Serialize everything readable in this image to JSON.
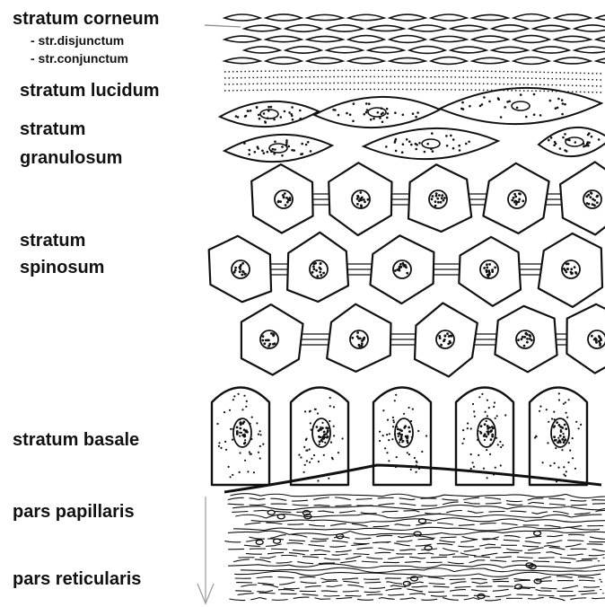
{
  "labels": {
    "corneum": "stratum corneum",
    "disjunctum": "- str.disjunctum",
    "conjunctum": "- str.conjunctum",
    "lucidum": "stratum lucidum",
    "granulosum_1": "stratum",
    "granulosum_2": "granulosum",
    "spinosum_1": "stratum",
    "spinosum_2": "spinosum",
    "basale": "stratum basale",
    "papillaris": "pars papillaris",
    "reticularis": "pars reticularis"
  },
  "colors": {
    "ink": "#111111",
    "background": "#ffffff",
    "pointer": "#999999"
  }
}
